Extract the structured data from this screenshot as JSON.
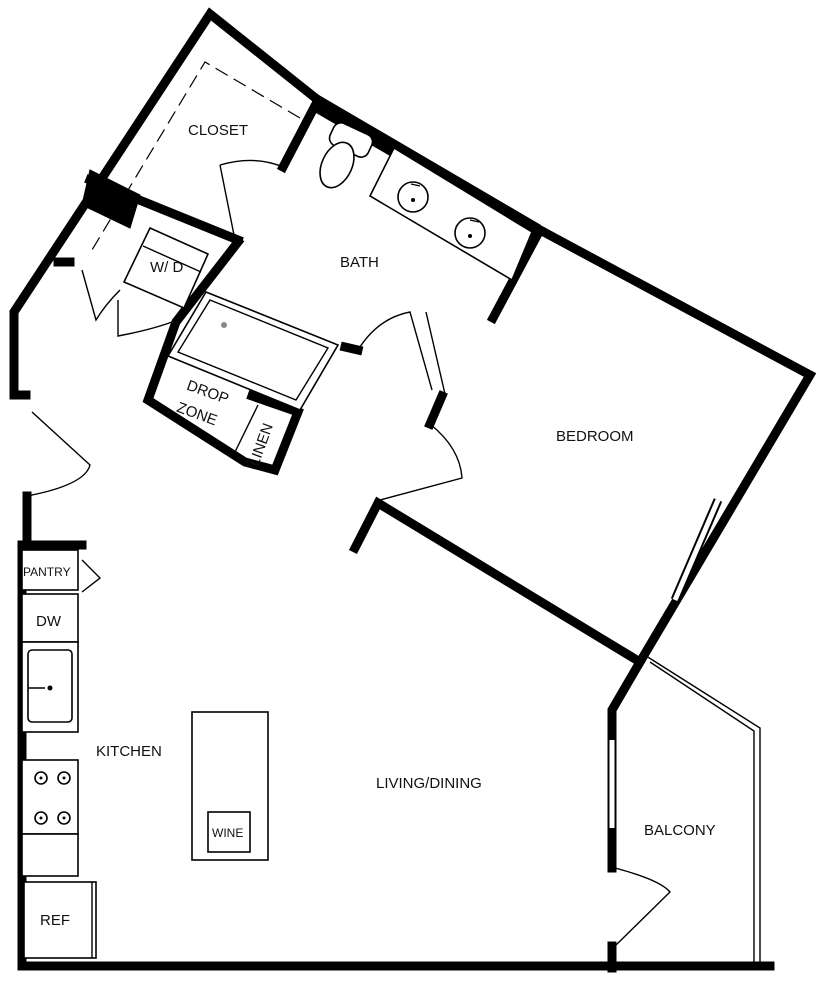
{
  "rooms": {
    "closet": "CLOSET",
    "bath": "BATH",
    "washer_dryer": "W/ D",
    "drop_zone_line1": "DROP",
    "drop_zone_line2": "ZONE",
    "linen": "LINEN",
    "bedroom": "BEDROOM",
    "pantry": "PANTRY",
    "dishwasher": "DW",
    "kitchen": "KITCHEN",
    "wine": "WINE",
    "refrigerator": "REF",
    "living_dining": "LIVING/DINING",
    "balcony": "BALCONY"
  }
}
